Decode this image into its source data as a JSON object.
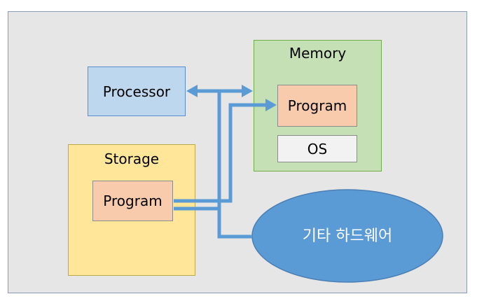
{
  "labels": {
    "processor": "Processor",
    "memory": "Memory",
    "memory_program": "Program",
    "os": "OS",
    "storage": "Storage",
    "storage_program": "Program",
    "other_hardware": "기타 하드웨어"
  },
  "colors": {
    "background": "#e6e6e6",
    "processor": "#bdd7ee",
    "memory": "#c5e0b4",
    "storage": "#ffe699",
    "program": "#f8cbad",
    "os": "#f2f2f2",
    "other_hardware": "#5b9bd5",
    "connector": "#5b9bd5"
  }
}
